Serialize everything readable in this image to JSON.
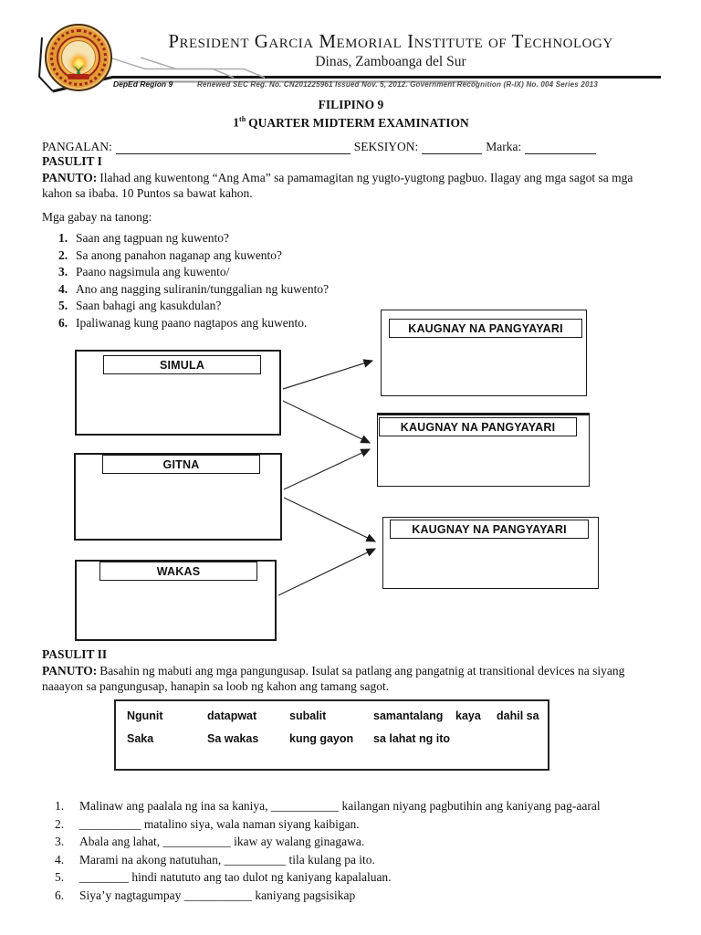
{
  "header": {
    "school_name": "President Garcia Memorial Institute of Technology",
    "school_location": "Dinas, Zamboanga del Sur",
    "deped_region": "DepEd Region 9",
    "registration_line": "Renewed SEC Reg. No. CN201225961 Issued Nov. 5, 2012. Government Recognition (R-IX) No. 004 Series 2013",
    "logo": {
      "name": "school-seal",
      "colors": {
        "ring_orange": "#e09a35",
        "seal_red": "#a02515",
        "sun_gold": "#f9a825",
        "laurel_green": "#2e7d32"
      }
    }
  },
  "title": {
    "subject": "FILIPINO 9",
    "exam_number": "1",
    "exam_ordinal_suffix": "th",
    "exam_rest": "QUARTER MIDTERM EXAMINATION"
  },
  "fields": {
    "pangalan_label": "PANGALAN:",
    "seksiyon_label": "SEKSIYON:",
    "marka_label": "Marka:"
  },
  "pasulit1": {
    "heading": "PASULIT I",
    "panuto_label": "PANUTO:",
    "panuto_text": "Ilahad ang kuwentong “Ang Ama” sa pamamagitan ng yugto-yugtong pagbuo. Ilagay ang mga sagot sa mga kahon sa ibaba. 10 Puntos sa bawat kahon.",
    "guide_intro": "Mga gabay na tanong:",
    "questions": [
      {
        "no": "1.",
        "text": "Saan ang tagpuan ng kuwento?"
      },
      {
        "no": "2.",
        "text": "Sa anong panahon naganap ang kuwento?"
      },
      {
        "no": "3.",
        "text": "Paano nagsimula ang kuwento/"
      },
      {
        "no": "4.",
        "text": "Ano ang nagging suliranin/tunggalian ng kuwento?"
      },
      {
        "no": "5.",
        "text": "Saan bahagi ang kasukdulan?"
      },
      {
        "no": "6.",
        "text": "Ipaliwanag kung paano nagtapos ang kuwento."
      }
    ],
    "diagram": {
      "stage_boxes": [
        "SIMULA",
        "GITNA",
        "WAKAS"
      ],
      "event_boxes": [
        "KAUGNAY NA PANGYAYARI",
        "KAUGNAY NA PANGYAYARI",
        "KAUGNAY NA PANGYAYARI"
      ]
    }
  },
  "pasulit2": {
    "heading": "PASULIT II",
    "panuto_label": "PANUTO:",
    "panuto_text": "Basahin ng mabuti ang mga pangungusap. Isulat sa patlang ang pangatnig at transitional devices na siyang naaayon sa pangungusap, hanapin sa loob ng kahon ang tamang sagot.",
    "word_bank": {
      "row1": [
        "Ngunit",
        "datapwat",
        "subalit",
        "samantalang",
        "kaya",
        "dahil sa"
      ],
      "row2": [
        "Saka",
        "Sa wakas",
        "kung gayon",
        "sa lahat ng ito"
      ]
    },
    "sentences": [
      {
        "no": "1.",
        "text": "Malinaw ang paalala ng ina sa kaniya, ___________ kailangan niyang pagbutihin ang kaniyang pag-aaral"
      },
      {
        "no": "2.",
        "text": "__________ matalino siya, wala naman siyang kaibigan."
      },
      {
        "no": "3.",
        "text": "Abala ang lahat, ___________ ikaw ay walang ginagawa."
      },
      {
        "no": "4.",
        "text": "Marami na akong natutuhan, __________ tila kulang pa ito."
      },
      {
        "no": "5.",
        "text": "________ hindi natututo ang tao dulot ng kaniyang kapalaluan."
      },
      {
        "no": "6.",
        "text": "Siya’y nagtagumpay ___________ kaniyang pagsisikap"
      }
    ]
  }
}
